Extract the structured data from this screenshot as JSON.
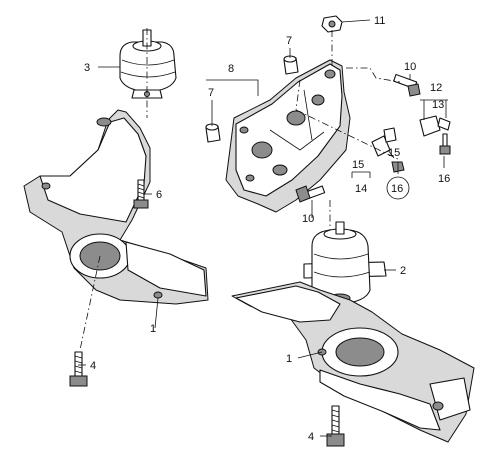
{
  "callouts": [
    {
      "id": "c1a",
      "text": "1"
    },
    {
      "id": "c1b",
      "text": "1"
    },
    {
      "id": "c2",
      "text": "2"
    },
    {
      "id": "c3",
      "text": "3"
    },
    {
      "id": "c4a",
      "text": "4"
    },
    {
      "id": "c4b",
      "text": "4"
    },
    {
      "id": "c6",
      "text": "6"
    },
    {
      "id": "c7a",
      "text": "7"
    },
    {
      "id": "c7b",
      "text": "7"
    },
    {
      "id": "c8",
      "text": "8"
    },
    {
      "id": "c10a",
      "text": "10"
    },
    {
      "id": "c10b",
      "text": "10"
    },
    {
      "id": "c11",
      "text": "11"
    },
    {
      "id": "c12",
      "text": "12"
    },
    {
      "id": "c13",
      "text": "13"
    },
    {
      "id": "c14",
      "text": "14"
    },
    {
      "id": "c15a",
      "text": "15"
    },
    {
      "id": "c15b",
      "text": "15"
    },
    {
      "id": "c16a",
      "text": "16"
    },
    {
      "id": "c16b",
      "text": "16"
    }
  ]
}
